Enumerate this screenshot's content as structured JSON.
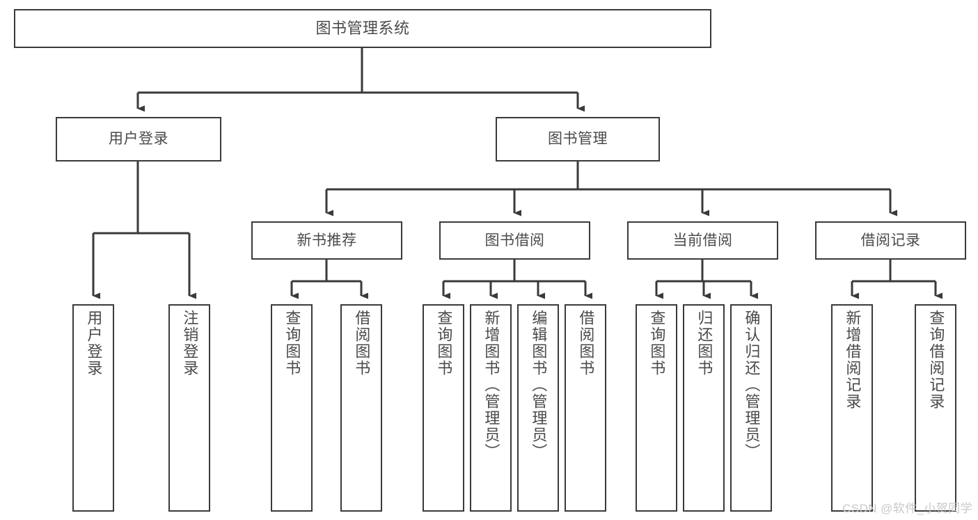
{
  "diagram": {
    "title": "图书管理系统",
    "watermark": "CSDN @软件_小贺同学",
    "colors": {
      "background": "#ffffff",
      "box_border": "#3a3a3a",
      "text": "#4a4a4a",
      "edge": "#3a3a3a",
      "watermark": "#c9c9c9"
    },
    "levels": {
      "root": {
        "label": "图书管理系统"
      },
      "level1": [
        {
          "label": "用户登录"
        },
        {
          "label": "图书管理"
        }
      ],
      "level2": [
        {
          "label": "新书推荐"
        },
        {
          "label": "图书借阅"
        },
        {
          "label": "当前借阅"
        },
        {
          "label": "借阅记录"
        }
      ],
      "leaves": {
        "user_login": [
          {
            "label": "用户登录"
          },
          {
            "label": "注销登录"
          }
        ],
        "new_book_recommend": [
          {
            "label": "查询图书"
          },
          {
            "label": "借阅图书"
          }
        ],
        "book_borrow": [
          {
            "label": "查询图书"
          },
          {
            "label": "新增图书（管理员）"
          },
          {
            "label": "编辑图书（管理员）"
          },
          {
            "label": "借阅图书"
          }
        ],
        "current_borrow": [
          {
            "label": "查询图书"
          },
          {
            "label": "归还图书"
          },
          {
            "label": "确认归还（管理员）"
          }
        ],
        "borrow_record": [
          {
            "label": "新增借阅记录"
          },
          {
            "label": "查询借阅记录"
          }
        ]
      }
    }
  }
}
